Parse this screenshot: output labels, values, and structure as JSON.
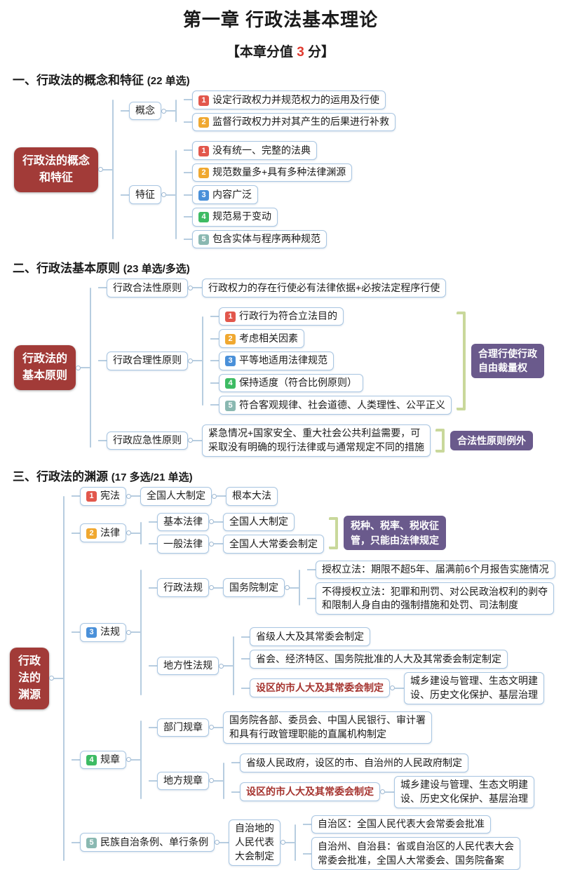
{
  "chapter": {
    "title": "第一章 行政法基本理论",
    "score_prefix": "【本章分值 ",
    "score": "3",
    "score_suffix": " 分】"
  },
  "colors": {
    "root_box": "#a23b38",
    "annotation_box": "#6a5a8c",
    "bracket": "#c9d89b",
    "node_border": "#a9c6e2",
    "connector": "#b7cde0",
    "badge_1": "#e2574c",
    "badge_2": "#f0a830",
    "badge_3": "#4a90d9",
    "badge_4": "#3dbb63",
    "badge_5": "#8ab8b1",
    "highlight_text": "#a5342f",
    "score_red": "#e03a2f"
  },
  "s1": {
    "heading": "一、行政法的概念和特征",
    "note": "(22 单选)",
    "root1": "行政法的概念",
    "root2": "和特征",
    "concept": {
      "label": "概念",
      "items": [
        {
          "n": "1",
          "text": "设定行政权力并规范权力的运用及行使"
        },
        {
          "n": "2",
          "text": "监督行政权力并对其产生的后果进行补救"
        }
      ]
    },
    "feature": {
      "label": "特征",
      "items": [
        {
          "n": "1",
          "text": "没有统一、完整的法典"
        },
        {
          "n": "2",
          "text": "规范数量多+具有多种法律渊源"
        },
        {
          "n": "3",
          "text": "内容广泛"
        },
        {
          "n": "4",
          "text": "规范易于变动"
        },
        {
          "n": "5",
          "text": "包含实体与程序两种规范"
        }
      ]
    }
  },
  "s2": {
    "heading": "二、行政法基本原则",
    "note": "(23 单选/多选)",
    "root1": "行政法的",
    "root2": "基本原则",
    "legality": {
      "label": "行政合法性原则",
      "leaf": "行政权力的存在行使必有法律依据+必按法定程序行使"
    },
    "reasonable": {
      "label": "行政合理性原则",
      "items": [
        {
          "n": "1",
          "text": "行政行为符合立法目的"
        },
        {
          "n": "2",
          "text": "考虑相关因素"
        },
        {
          "n": "3",
          "text": "平等地适用法律规范"
        },
        {
          "n": "4",
          "text": "保持适度（符合比例原则）"
        },
        {
          "n": "5",
          "text": "符合客观规律、社会道德、人类理性、公平正义"
        }
      ],
      "anno1": "合理行使行政",
      "anno2": "自由裁量权"
    },
    "emergency": {
      "label": "行政应急性原则",
      "leaf1": "紧急情况+国家安全、重大社会公共利益需要，可",
      "leaf2": "采取没有明确的现行法律或与通常规定不同的措施",
      "annotation": "合法性原则例外"
    }
  },
  "s3": {
    "heading": "三、行政法的渊源",
    "note": "(17 多选/21 单选)",
    "root1": "行政",
    "root2": "法的",
    "root3": "渊源",
    "constitution": {
      "n": "1",
      "label": "宪法",
      "maker": "全国人大制定",
      "nature": "根本大法"
    },
    "law": {
      "n": "2",
      "label": "法律",
      "basic": {
        "label": "基本法律",
        "maker": "全国人大制定"
      },
      "general": {
        "label": "一般法律",
        "maker": "全国人大常委会制定"
      },
      "anno1": "税种、税率、税收征",
      "anno2": "管，只能由法律规定"
    },
    "regulation": {
      "n": "3",
      "label": "法规",
      "admin": {
        "label": "行政法规",
        "maker": "国务院制定",
        "item0": "授权立法：期限不超5年、届满前6个月报告实施情况",
        "item1a": "不得授权立法：犯罪和刑罚、对公民政治权利的剥夺",
        "item1b": "和限制人身自由的强制措施和处罚、司法制度"
      },
      "local": {
        "label": "地方性法规",
        "item0": "省级人大及其常委会制定",
        "item1": "省会、经济特区、国务院批准的人大及其常委会制定制定",
        "highlight": "设区的市人大及其常委会制定",
        "scope1": "城乡建设与管理、生态文明建",
        "scope2": "设、历史文化保护、基层治理"
      }
    },
    "rules": {
      "n": "4",
      "label": "规章",
      "dept": {
        "label": "部门规章",
        "maker1": "国务院各部、委员会、中国人民银行、审计署",
        "maker2": "和具有行政管理职能的直属机构制定"
      },
      "local": {
        "label": "地方规章",
        "maker": "省级人民政府，设区的市、自治州的人民政府制定",
        "highlight": "设区的市人大及其常委会制定",
        "scope1": "城乡建设与管理、生态文明建",
        "scope2": "设、历史文化保护、基层治理"
      }
    },
    "autonomy": {
      "n": "5",
      "label": "民族自治条例、单行条例",
      "maker1": "自治地的",
      "maker2": "人民代表",
      "maker3": "大会制定",
      "item0": "自治区：全国人民代表大会常委会批准",
      "item1a": "自治州、自治县：省或自治区的人民代表大会",
      "item1b": "常委会批准，全国人大常委会、国务院备案"
    }
  }
}
